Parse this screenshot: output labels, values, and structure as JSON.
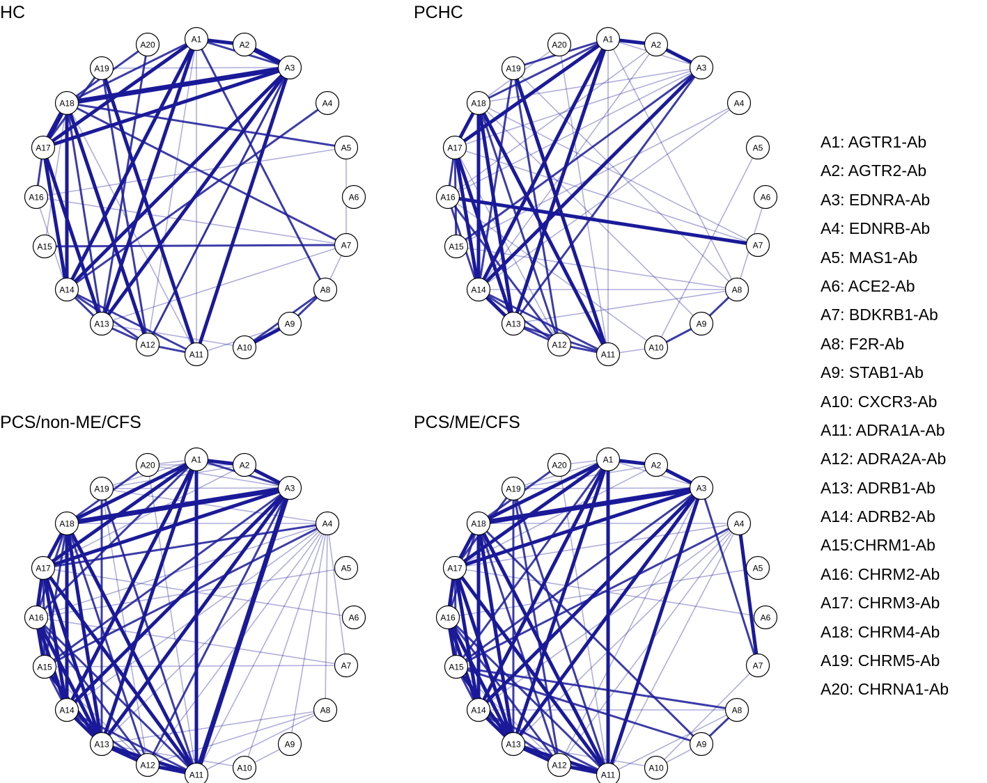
{
  "colors": {
    "edge": "#1a1a99",
    "node_fill": "#ffffff",
    "node_stroke": "#000000"
  },
  "nodes": [
    "A1",
    "A2",
    "A3",
    "A4",
    "A5",
    "A6",
    "A7",
    "A8",
    "A9",
    "A10",
    "A11",
    "A12",
    "A13",
    "A14",
    "A15",
    "A16",
    "A17",
    "A18",
    "A19",
    "A20"
  ],
  "panels": [
    {
      "title": "HC",
      "edges": [
        [
          "A1",
          "A2",
          3
        ],
        [
          "A2",
          "A3",
          4
        ],
        [
          "A1",
          "A3",
          2
        ],
        [
          "A1",
          "A17",
          3
        ],
        [
          "A1",
          "A18",
          2
        ],
        [
          "A1",
          "A14",
          3
        ],
        [
          "A1",
          "A13",
          3
        ],
        [
          "A1",
          "A11",
          1
        ],
        [
          "A1",
          "A12",
          1
        ],
        [
          "A3",
          "A17",
          3
        ],
        [
          "A3",
          "A18",
          4
        ],
        [
          "A3",
          "A14",
          3
        ],
        [
          "A3",
          "A13",
          3
        ],
        [
          "A3",
          "A11",
          3
        ],
        [
          "A3",
          "A12",
          2
        ],
        [
          "A3",
          "A19",
          1
        ],
        [
          "A17",
          "A18",
          4
        ],
        [
          "A17",
          "A14",
          3
        ],
        [
          "A17",
          "A13",
          3
        ],
        [
          "A17",
          "A16",
          2
        ],
        [
          "A18",
          "A14",
          3
        ],
        [
          "A18",
          "A13",
          2
        ],
        [
          "A18",
          "A12",
          3
        ],
        [
          "A18",
          "A5",
          2
        ],
        [
          "A18",
          "A11",
          1
        ],
        [
          "A18",
          "A7",
          2
        ],
        [
          "A19",
          "A11",
          3
        ],
        [
          "A19",
          "A17",
          2
        ],
        [
          "A19",
          "A12",
          2
        ],
        [
          "A20",
          "A18",
          2
        ],
        [
          "A20",
          "A13",
          2
        ],
        [
          "A14",
          "A4",
          2
        ],
        [
          "A14",
          "A13",
          2
        ],
        [
          "A14",
          "A12",
          2
        ],
        [
          "A14",
          "A11",
          2
        ],
        [
          "A14",
          "A16",
          1
        ],
        [
          "A15",
          "A7",
          2
        ],
        [
          "A15",
          "A18",
          1
        ],
        [
          "A16",
          "A5",
          1
        ],
        [
          "A16",
          "A7",
          1
        ],
        [
          "A13",
          "A12",
          2
        ],
        [
          "A13",
          "A10",
          1
        ],
        [
          "A12",
          "A11",
          2
        ],
        [
          "A12",
          "A3",
          1
        ],
        [
          "A8",
          "A1",
          2
        ],
        [
          "A8",
          "A9",
          2
        ],
        [
          "A9",
          "A10",
          3
        ],
        [
          "A8",
          "A10",
          2
        ],
        [
          "A7",
          "A5",
          1
        ],
        [
          "A7",
          "A8",
          1
        ],
        [
          "A13",
          "A7",
          1
        ],
        [
          "A11",
          "A9",
          1
        ]
      ]
    },
    {
      "title": "PCHC",
      "edges": [
        [
          "A1",
          "A2",
          3
        ],
        [
          "A2",
          "A3",
          3
        ],
        [
          "A1",
          "A3",
          1
        ],
        [
          "A1",
          "A17",
          3
        ],
        [
          "A1",
          "A18",
          2
        ],
        [
          "A1",
          "A14",
          3
        ],
        [
          "A1",
          "A13",
          3
        ],
        [
          "A1",
          "A11",
          1
        ],
        [
          "A3",
          "A14",
          3
        ],
        [
          "A3",
          "A13",
          2
        ],
        [
          "A3",
          "A18",
          1
        ],
        [
          "A3",
          "A17",
          1
        ],
        [
          "A3",
          "A16",
          1
        ],
        [
          "A4",
          "A15",
          1
        ],
        [
          "A4",
          "A14",
          1
        ],
        [
          "A17",
          "A18",
          3
        ],
        [
          "A17",
          "A14",
          3
        ],
        [
          "A17",
          "A13",
          3
        ],
        [
          "A17",
          "A16",
          2
        ],
        [
          "A17",
          "A15",
          2
        ],
        [
          "A18",
          "A14",
          3
        ],
        [
          "A18",
          "A13",
          3
        ],
        [
          "A18",
          "A12",
          2
        ],
        [
          "A18",
          "A11",
          3
        ],
        [
          "A18",
          "A7",
          1
        ],
        [
          "A19",
          "A11",
          3
        ],
        [
          "A19",
          "A14",
          2
        ],
        [
          "A19",
          "A12",
          2
        ],
        [
          "A19",
          "A1",
          2
        ],
        [
          "A20",
          "A18",
          1
        ],
        [
          "A20",
          "A11",
          1
        ],
        [
          "A16",
          "A7",
          3
        ],
        [
          "A16",
          "A14",
          2
        ],
        [
          "A16",
          "A12",
          2
        ],
        [
          "A16",
          "A10",
          1
        ],
        [
          "A15",
          "A8",
          1
        ],
        [
          "A15",
          "A3",
          2
        ],
        [
          "A14",
          "A13",
          3
        ],
        [
          "A14",
          "A12",
          2
        ],
        [
          "A14",
          "A11",
          2
        ],
        [
          "A13",
          "A12",
          2
        ],
        [
          "A13",
          "A11",
          2
        ],
        [
          "A12",
          "A11",
          2
        ],
        [
          "A8",
          "A9",
          2
        ],
        [
          "A9",
          "A10",
          2
        ],
        [
          "A10",
          "A11",
          1
        ],
        [
          "A8",
          "A13",
          1
        ],
        [
          "A8",
          "A14",
          1
        ],
        [
          "A5",
          "A10",
          1
        ],
        [
          "A7",
          "A17",
          1
        ],
        [
          "A6",
          "A8",
          1
        ],
        [
          "A1",
          "A8",
          1
        ],
        [
          "A2",
          "A14",
          1
        ],
        [
          "A2",
          "A16",
          1
        ],
        [
          "A19",
          "A8",
          1
        ],
        [
          "A18",
          "A9",
          1
        ],
        [
          "A17",
          "A12",
          1
        ]
      ]
    },
    {
      "title": "PCS/non-ME/CFS",
      "edges": [
        [
          "A1",
          "A2",
          3
        ],
        [
          "A2",
          "A3",
          3
        ],
        [
          "A1",
          "A3",
          2
        ],
        [
          "A1",
          "A17",
          3
        ],
        [
          "A1",
          "A18",
          3
        ],
        [
          "A1",
          "A14",
          3
        ],
        [
          "A1",
          "A13",
          3
        ],
        [
          "A1",
          "A11",
          3
        ],
        [
          "A1",
          "A16",
          2
        ],
        [
          "A3",
          "A17",
          3
        ],
        [
          "A3",
          "A18",
          4
        ],
        [
          "A3",
          "A14",
          3
        ],
        [
          "A3",
          "A13",
          3
        ],
        [
          "A3",
          "A11",
          4
        ],
        [
          "A3",
          "A15",
          2
        ],
        [
          "A3",
          "A12",
          2
        ],
        [
          "A4",
          "A17",
          2
        ],
        [
          "A4",
          "A15",
          2
        ],
        [
          "A4",
          "A14",
          1
        ],
        [
          "A4",
          "A13",
          1
        ],
        [
          "A4",
          "A12",
          1
        ],
        [
          "A4",
          "A11",
          1
        ],
        [
          "A4",
          "A10",
          1
        ],
        [
          "A4",
          "A9",
          1
        ],
        [
          "A4",
          "A8",
          1
        ],
        [
          "A4",
          "A19",
          1
        ],
        [
          "A4",
          "A7",
          1
        ],
        [
          "A4",
          "A16",
          1
        ],
        [
          "A4",
          "A18",
          1
        ],
        [
          "A17",
          "A18",
          3
        ],
        [
          "A17",
          "A14",
          3
        ],
        [
          "A17",
          "A13",
          3
        ],
        [
          "A17",
          "A16",
          3
        ],
        [
          "A17",
          "A15",
          2
        ],
        [
          "A17",
          "A11",
          3
        ],
        [
          "A18",
          "A14",
          3
        ],
        [
          "A18",
          "A13",
          3
        ],
        [
          "A18",
          "A12",
          2
        ],
        [
          "A18",
          "A11",
          3
        ],
        [
          "A18",
          "A16",
          2
        ],
        [
          "A18",
          "A15",
          2
        ],
        [
          "A19",
          "A13",
          2
        ],
        [
          "A19",
          "A11",
          2
        ],
        [
          "A19",
          "A12",
          1
        ],
        [
          "A19",
          "A3",
          1
        ],
        [
          "A20",
          "A18",
          2
        ],
        [
          "A20",
          "A11",
          1
        ],
        [
          "A20",
          "A3",
          1
        ],
        [
          "A16",
          "A15",
          3
        ],
        [
          "A16",
          "A14",
          3
        ],
        [
          "A16",
          "A13",
          3
        ],
        [
          "A16",
          "A12",
          2
        ],
        [
          "A16",
          "A11",
          2
        ],
        [
          "A16",
          "A7",
          1
        ],
        [
          "A15",
          "A14",
          2
        ],
        [
          "A15",
          "A13",
          3
        ],
        [
          "A15",
          "A12",
          1
        ],
        [
          "A15",
          "A7",
          1
        ],
        [
          "A14",
          "A13",
          3
        ],
        [
          "A14",
          "A12",
          2
        ],
        [
          "A14",
          "A11",
          2
        ],
        [
          "A13",
          "A12",
          3
        ],
        [
          "A13",
          "A11",
          3
        ],
        [
          "A12",
          "A11",
          3
        ],
        [
          "A8",
          "A13",
          1
        ],
        [
          "A8",
          "A12",
          1
        ],
        [
          "A9",
          "A10",
          1
        ],
        [
          "A8",
          "A11",
          1
        ],
        [
          "A10",
          "A13",
          1
        ],
        [
          "A5",
          "A16",
          1
        ],
        [
          "A6",
          "A17",
          1
        ],
        [
          "A2",
          "A17",
          1
        ],
        [
          "A2",
          "A19",
          1
        ],
        [
          "A2",
          "A20",
          1
        ],
        [
          "A1",
          "A19",
          1
        ],
        [
          "A1",
          "A20",
          1
        ]
      ]
    },
    {
      "title": "PCS/ME/CFS",
      "edges": [
        [
          "A1",
          "A2",
          3
        ],
        [
          "A2",
          "A3",
          3
        ],
        [
          "A1",
          "A3",
          1
        ],
        [
          "A1",
          "A17",
          3
        ],
        [
          "A1",
          "A18",
          3
        ],
        [
          "A1",
          "A14",
          3
        ],
        [
          "A1",
          "A13",
          3
        ],
        [
          "A1",
          "A11",
          3
        ],
        [
          "A1",
          "A15",
          2
        ],
        [
          "A3",
          "A17",
          3
        ],
        [
          "A3",
          "A18",
          4
        ],
        [
          "A3",
          "A14",
          3
        ],
        [
          "A3",
          "A13",
          3
        ],
        [
          "A3",
          "A11",
          3
        ],
        [
          "A3",
          "A15",
          2
        ],
        [
          "A3",
          "A7",
          2
        ],
        [
          "A3",
          "A19",
          1
        ],
        [
          "A4",
          "A7",
          3
        ],
        [
          "A4",
          "A15",
          2
        ],
        [
          "A4",
          "A14",
          1
        ],
        [
          "A4",
          "A13",
          1
        ],
        [
          "A4",
          "A12",
          1
        ],
        [
          "A4",
          "A11",
          1
        ],
        [
          "A4",
          "A18",
          1
        ],
        [
          "A4",
          "A17",
          1
        ],
        [
          "A17",
          "A18",
          3
        ],
        [
          "A17",
          "A14",
          3
        ],
        [
          "A17",
          "A13",
          3
        ],
        [
          "A17",
          "A16",
          3
        ],
        [
          "A17",
          "A15",
          2
        ],
        [
          "A17",
          "A11",
          3
        ],
        [
          "A18",
          "A14",
          3
        ],
        [
          "A18",
          "A13",
          3
        ],
        [
          "A18",
          "A12",
          2
        ],
        [
          "A18",
          "A11",
          3
        ],
        [
          "A18",
          "A16",
          2
        ],
        [
          "A18",
          "A9",
          2
        ],
        [
          "A19",
          "A13",
          2
        ],
        [
          "A19",
          "A11",
          2
        ],
        [
          "A19",
          "A12",
          2
        ],
        [
          "A19",
          "A17",
          2
        ],
        [
          "A20",
          "A18",
          2
        ],
        [
          "A20",
          "A11",
          1
        ],
        [
          "A16",
          "A15",
          3
        ],
        [
          "A16",
          "A14",
          3
        ],
        [
          "A16",
          "A13",
          3
        ],
        [
          "A16",
          "A12",
          2
        ],
        [
          "A16",
          "A11",
          2
        ],
        [
          "A15",
          "A14",
          2
        ],
        [
          "A15",
          "A13",
          3
        ],
        [
          "A15",
          "A12",
          1
        ],
        [
          "A15",
          "A8",
          2
        ],
        [
          "A15",
          "A9",
          2
        ],
        [
          "A14",
          "A13",
          3
        ],
        [
          "A14",
          "A12",
          2
        ],
        [
          "A14",
          "A11",
          2
        ],
        [
          "A13",
          "A12",
          3
        ],
        [
          "A13",
          "A11",
          3
        ],
        [
          "A12",
          "A11",
          3
        ],
        [
          "A8",
          "A9",
          2
        ],
        [
          "A9",
          "A10",
          1
        ],
        [
          "A8",
          "A11",
          1
        ],
        [
          "A10",
          "A13",
          1
        ],
        [
          "A5",
          "A16",
          1
        ],
        [
          "A6",
          "A17",
          1
        ],
        [
          "A2",
          "A17",
          1
        ],
        [
          "A2",
          "A19",
          1
        ],
        [
          "A1",
          "A19",
          1
        ],
        [
          "A1",
          "A20",
          1
        ],
        [
          "A7",
          "A10",
          1
        ],
        [
          "A8",
          "A14",
          1
        ],
        [
          "A3",
          "A12",
          1
        ]
      ]
    }
  ],
  "legend": [
    "A1: AGTR1-Ab",
    "A2: AGTR2-Ab",
    "A3: EDNRA-Ab",
    "A4: EDNRB-Ab",
    "A5: MAS1-Ab",
    "A6: ACE2-Ab",
    "A7: BDKRB1-Ab",
    "A8: F2R-Ab",
    "A9: STAB1-Ab",
    "A10:  CXCR3-Ab",
    "A11: ADRA1A-Ab",
    "A12: ADRA2A-Ab",
    "A13: ADRB1-Ab",
    "A14: ADRB2-Ab",
    "A15:CHRM1-Ab",
    "A16: CHRM2-Ab",
    "A17: CHRM3-Ab",
    "A18: CHRM4-Ab",
    "A19: CHRM5-Ab",
    "A20: CHRNA1-Ab"
  ]
}
